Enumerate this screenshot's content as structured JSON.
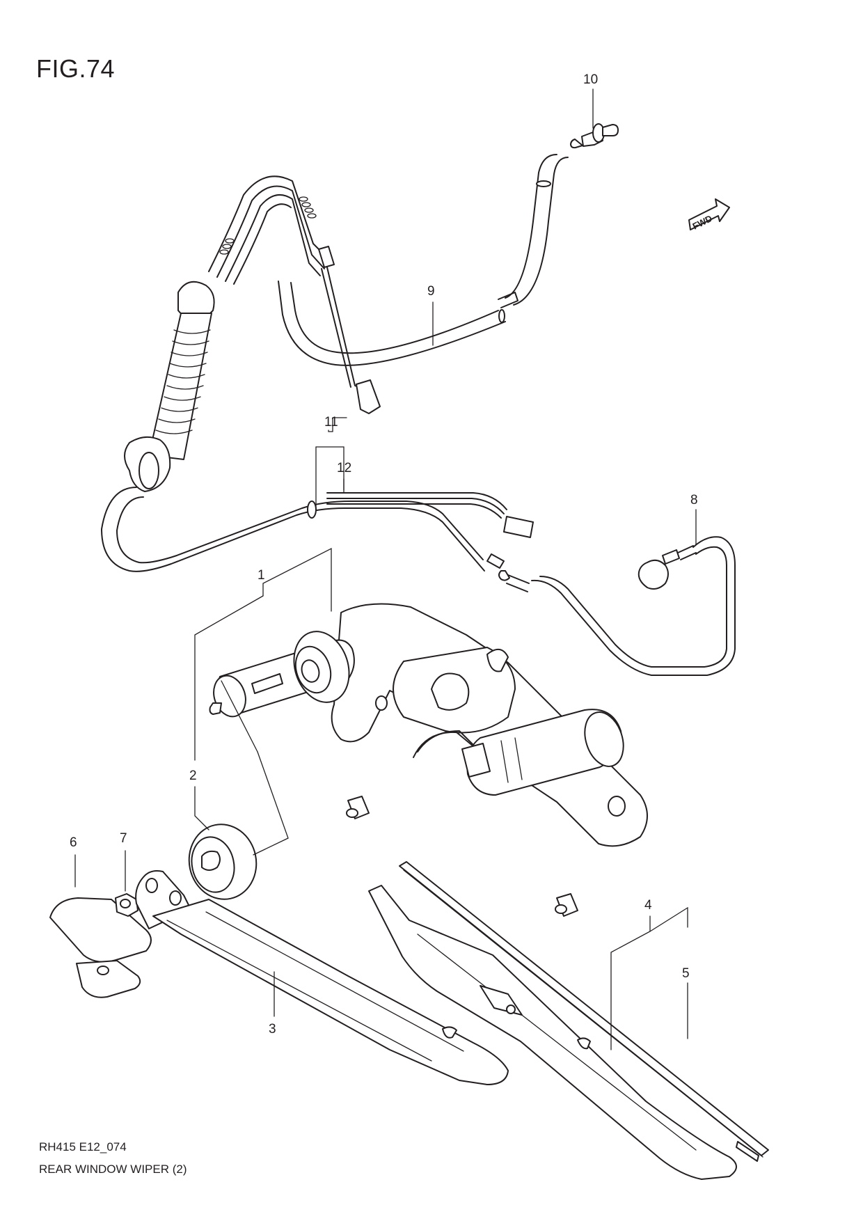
{
  "figure": {
    "title": "FIG.74",
    "code": "RH415 E12_074",
    "caption": "REAR WINDOW WIPER (2)"
  },
  "fwd_label": "FWD",
  "callouts": [
    {
      "id": "1",
      "label": "1"
    },
    {
      "id": "2",
      "label": "2"
    },
    {
      "id": "3",
      "label": "3"
    },
    {
      "id": "4",
      "label": "4"
    },
    {
      "id": "5",
      "label": "5"
    },
    {
      "id": "6",
      "label": "6"
    },
    {
      "id": "7",
      "label": "7"
    },
    {
      "id": "8",
      "label": "8"
    },
    {
      "id": "9",
      "label": "9"
    },
    {
      "id": "10",
      "label": "10"
    },
    {
      "id": "11",
      "label": "11"
    },
    {
      "id": "12",
      "label": "12"
    }
  ]
}
